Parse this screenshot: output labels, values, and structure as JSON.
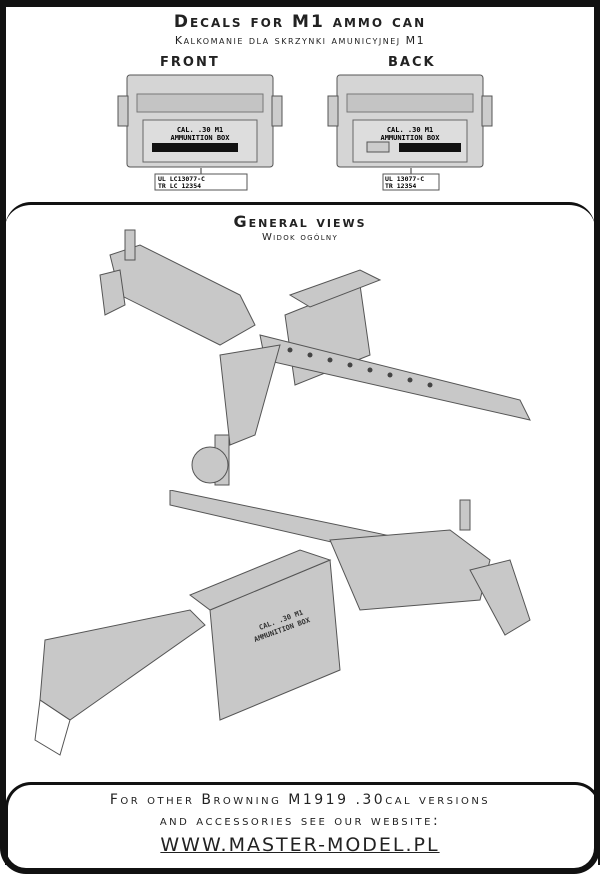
{
  "header": {
    "title": "Decals for M1 ammo can",
    "subtitle": "Kalkomanie dla skrzynki amunicyjnej M1"
  },
  "cans": [
    {
      "label": "FRONT",
      "decal_line1": "CAL. .30 M1",
      "decal_line2": "AMMUNITION BOX",
      "tag_line1": "UL LC13077-C",
      "tag_line2": "TR LC 12354"
    },
    {
      "label": "BACK",
      "decal_line1": "CAL. .30 M1",
      "decal_line2": "AMMUNITION BOX",
      "tag_line1": "UL 13077-C",
      "tag_line2": "TR 12354"
    }
  ],
  "views": {
    "title": "General views",
    "subtitle": "Widok ogólny"
  },
  "footer": {
    "line1": "For other Browning M1919 .30cal versions",
    "line2": "and accessories see our website:",
    "url": "WWW.MASTER-MODEL.PL"
  }
}
